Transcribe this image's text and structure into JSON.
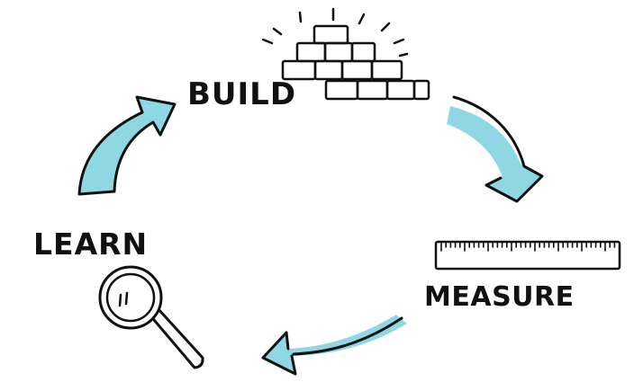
{
  "labels": {
    "build": "BUILD",
    "measure": "MEASURE",
    "learn": "LEARN"
  },
  "colors": {
    "arrow_fill": "#8fd8e3",
    "ink": "#111111",
    "background": "#ffffff"
  },
  "icons": [
    "brick-wall-icon",
    "ruler-icon",
    "magnifying-glass-icon"
  ]
}
